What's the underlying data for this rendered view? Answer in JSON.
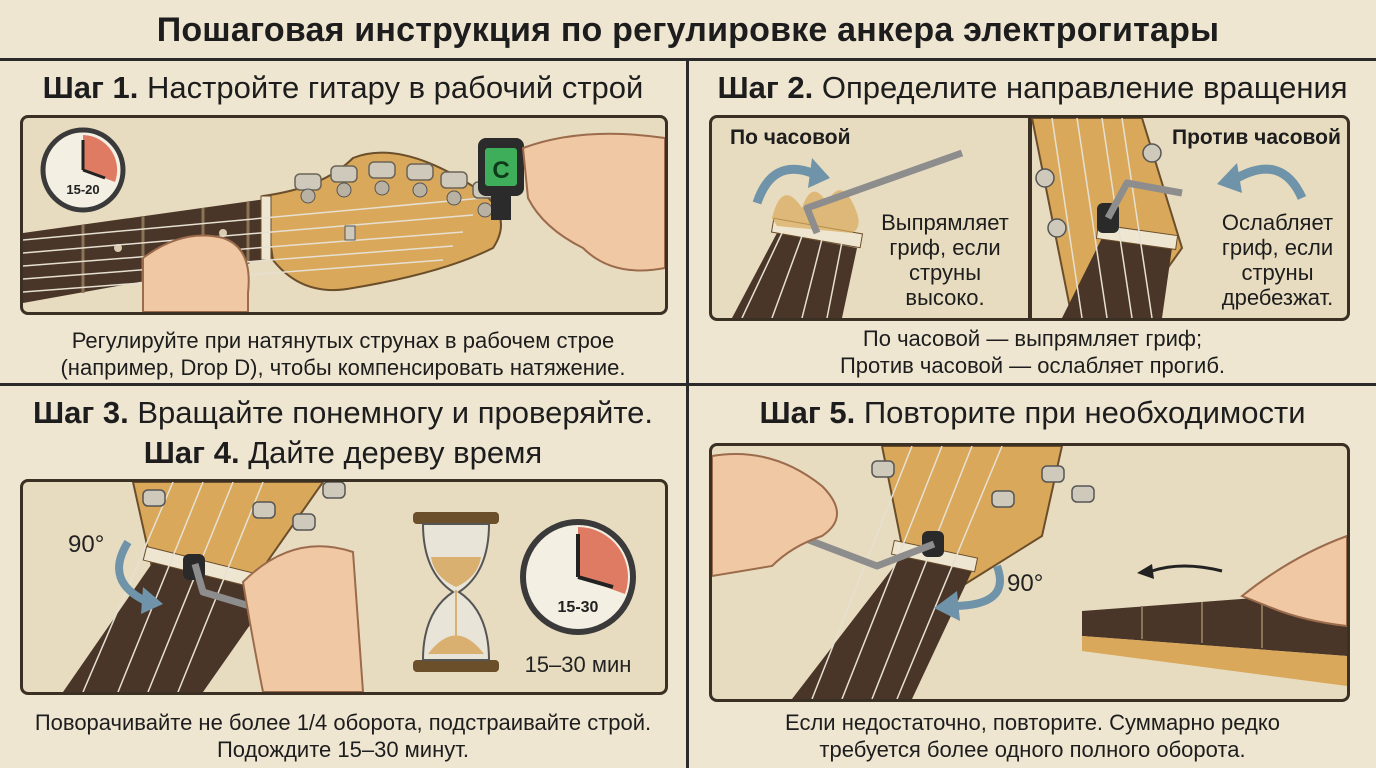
{
  "title": "Пошаговая инструкция по регулировке анкера электрогитары",
  "step1": {
    "label": "Шаг 1.",
    "text": "Настройте гитару в рабочий строй",
    "timer": "15-20",
    "tuner_note": "C",
    "caption": [
      "Регулируйте при натянутых струнах в рабочем строе",
      "(например, Drop D), чтобы компенсировать натяжение."
    ]
  },
  "step2": {
    "label": "Шаг 2.",
    "text": "Определите направление вращения",
    "clockwise": {
      "title": "По часовой",
      "desc": [
        "Выпрямляет",
        "гриф, если",
        "струны",
        "высоко."
      ]
    },
    "counter": {
      "title": "Против часовой",
      "desc": [
        "Ослабляет",
        "гриф, если",
        "струны",
        "дребезжат."
      ]
    },
    "caption": [
      "По часовой — выпрямляет гриф;",
      "Против часовой — ослабляет прогиб."
    ]
  },
  "step3": {
    "label": "Шаг 3.",
    "text": "Вращайте понемногу и проверяйте.",
    "angle": "90°"
  },
  "step4": {
    "label": "Шаг 4.",
    "text": "Дайте дереву время",
    "timer": "15-30",
    "time_label": "15–30 мин",
    "caption": [
      "Поворачивайте не более 1/4 оборота, подстраивайте строй.",
      "Подождите 15–30 минут."
    ]
  },
  "step5": {
    "label": "Шаг 5.",
    "text": "Повторите при необходимости",
    "angle": "90°",
    "caption": [
      "Если недостаточно, повторите. Суммарно редко",
      "требуется более одного полного оборота."
    ]
  },
  "colors": {
    "background": "#efe6d2",
    "wood": "#d9a85a",
    "fretboard": "#4a3628",
    "arrow": "#6f93a8",
    "timer_red": "#e07b63"
  }
}
